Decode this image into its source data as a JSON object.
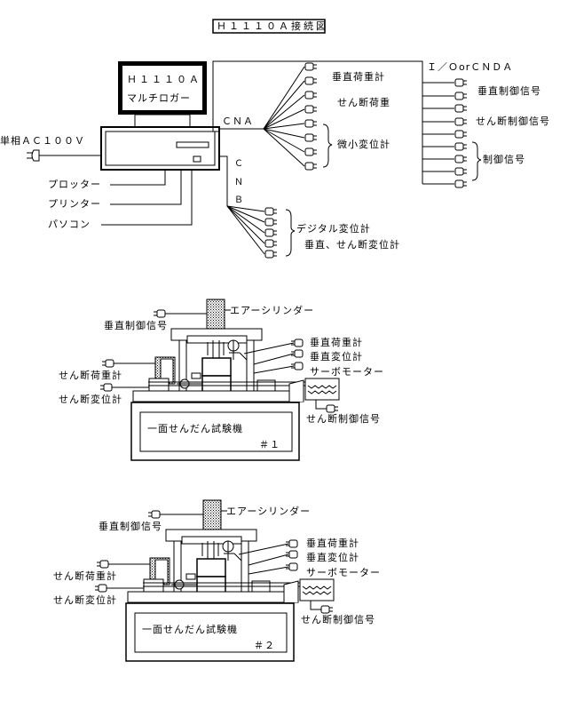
{
  "title": "Ｈ１１１０Ａ接続図",
  "logger": {
    "screen_line1": "Ｈ１１１０Ａ",
    "screen_line2": "マルチロガー",
    "power": "単相ＡＣ１００Ｖ",
    "plotter": "プロッター",
    "printer": "プリンター",
    "pc": "パソコン",
    "cna": "ＣＮＡ",
    "cnb": [
      "Ｃ",
      "Ｎ",
      "Ｂ"
    ]
  },
  "cna_labels": {
    "vertical_load": "垂直荷重計",
    "shear_load": "せん断荷重",
    "micro_disp": "微小変位計"
  },
  "cnb_labels": {
    "digital_disp": "デジタル変位計",
    "vert_shear_disp": "垂直、せん断変位計"
  },
  "cnda_labels": {
    "header": "Ｉ／ＯorＣＮＤＡ",
    "vert_ctrl": "垂直制御信号",
    "shear_ctrl": "せん断制御信号",
    "ctrl": "制御信号"
  },
  "machines": [
    {
      "air_cylinder": "エアーシリンダー",
      "vert_ctrl": "垂直制御信号",
      "vert_load": "垂直荷重計",
      "vert_disp": "垂直変位計",
      "servo": "サーボモーター",
      "shear_load": "せん断荷重計",
      "shear_disp": "せん断変位計",
      "shear_ctrl": "せん断制御信号",
      "name": "一面せんだん試験機",
      "number": "＃１"
    },
    {
      "air_cylinder": "エアーシリンダー",
      "vert_ctrl": "垂直制御信号",
      "vert_load": "垂直荷重計",
      "vert_disp": "垂直変位計",
      "servo": "サーボモーター",
      "shear_load": "せん断荷重計",
      "shear_disp": "せん断変位計",
      "shear_ctrl": "せん断制御信号",
      "name": "一面せんだん試験機",
      "number": "＃２"
    }
  ]
}
